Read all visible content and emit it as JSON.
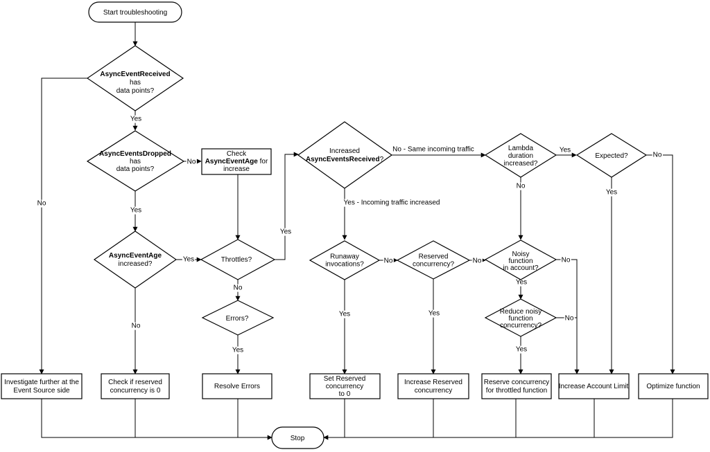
{
  "nodes": {
    "start": {
      "lines": [
        [
          "Start troubleshooting"
        ]
      ]
    },
    "d_received": {
      "lines": [
        [
          "AsyncEventReceived|b"
        ],
        [
          "has"
        ],
        [
          "data points?"
        ]
      ]
    },
    "d_dropped": {
      "lines": [
        [
          "AsyncEventsDropped|b"
        ],
        [
          "has"
        ],
        [
          "data points?"
        ]
      ]
    },
    "check_age": {
      "lines": [
        [
          "Check"
        ],
        [
          "AsyncEventAge|b",
          " for"
        ],
        [
          "increase"
        ]
      ]
    },
    "d_increased": {
      "lines": [
        [
          "Increased"
        ],
        [
          "AsyncEventsReceived|b",
          "?"
        ]
      ]
    },
    "d_lambda": {
      "lines": [
        [
          "Lambda"
        ],
        [
          "duration"
        ],
        [
          "increased?"
        ]
      ]
    },
    "d_expected": {
      "lines": [
        [
          "Expected?"
        ]
      ]
    },
    "d_age": {
      "lines": [
        [
          "AsyncEventAge|b"
        ],
        [
          "increased?"
        ]
      ]
    },
    "d_throttles": {
      "lines": [
        [
          "Throttles?"
        ]
      ]
    },
    "d_errors": {
      "lines": [
        [
          "Errors?"
        ]
      ]
    },
    "d_runaway": {
      "lines": [
        [
          "Runaway"
        ],
        [
          "invocations?"
        ]
      ]
    },
    "d_reserved": {
      "lines": [
        [
          "Reserved"
        ],
        [
          "concurrency?"
        ]
      ]
    },
    "d_noisy": {
      "lines": [
        [
          "Noisy"
        ],
        [
          "function"
        ],
        [
          "in account?"
        ]
      ]
    },
    "d_reduce": {
      "lines": [
        [
          "Reduce noisy"
        ],
        [
          "function"
        ],
        [
          "concurrency?"
        ]
      ]
    },
    "r_investigate": {
      "lines": [
        [
          "Investigate further at the"
        ],
        [
          "Event Source side"
        ]
      ]
    },
    "r_check_reserved": {
      "lines": [
        [
          "Check if reserved"
        ],
        [
          "concurrency is 0"
        ]
      ]
    },
    "r_resolve": {
      "lines": [
        [
          "Resolve Errors"
        ]
      ]
    },
    "r_set_reserved": {
      "lines": [
        [
          "Set Reserved"
        ],
        [
          "concurrency"
        ],
        [
          "to 0"
        ]
      ]
    },
    "r_increase_reserved": {
      "lines": [
        [
          "Increase Reserved"
        ],
        [
          "concurrency"
        ]
      ]
    },
    "r_reserve_throttled": {
      "lines": [
        [
          "Reserve concurrency"
        ],
        [
          "for throttled function"
        ]
      ]
    },
    "r_account_limit": {
      "lines": [
        [
          "Increase Account Limit"
        ]
      ]
    },
    "r_optimize": {
      "lines": [
        [
          "Optimize function"
        ]
      ]
    },
    "stop": {
      "lines": [
        [
          "Stop"
        ]
      ]
    }
  },
  "edge_labels": {
    "received_no": "No",
    "received_yes": "Yes",
    "dropped_no": "No",
    "dropped_yes": "Yes",
    "increased_no": "No - Same incoming traffic",
    "increased_yes": "Yes - Incoming traffic increased",
    "lambda_yes": "Yes",
    "lambda_no": "No",
    "expected_no": "No",
    "expected_yes": "Yes",
    "age_yes": "Yes",
    "age_no": "No",
    "throttles_yes": "Yes",
    "throttles_no": "No",
    "errors_yes": "Yes",
    "runaway_no": "No",
    "runaway_yes": "Yes",
    "reserved_no": "No",
    "reserved_yes": "Yes",
    "noisy_no": "No",
    "noisy_yes": "Yes",
    "reduce_no": "No",
    "reduce_yes": "Yes"
  }
}
